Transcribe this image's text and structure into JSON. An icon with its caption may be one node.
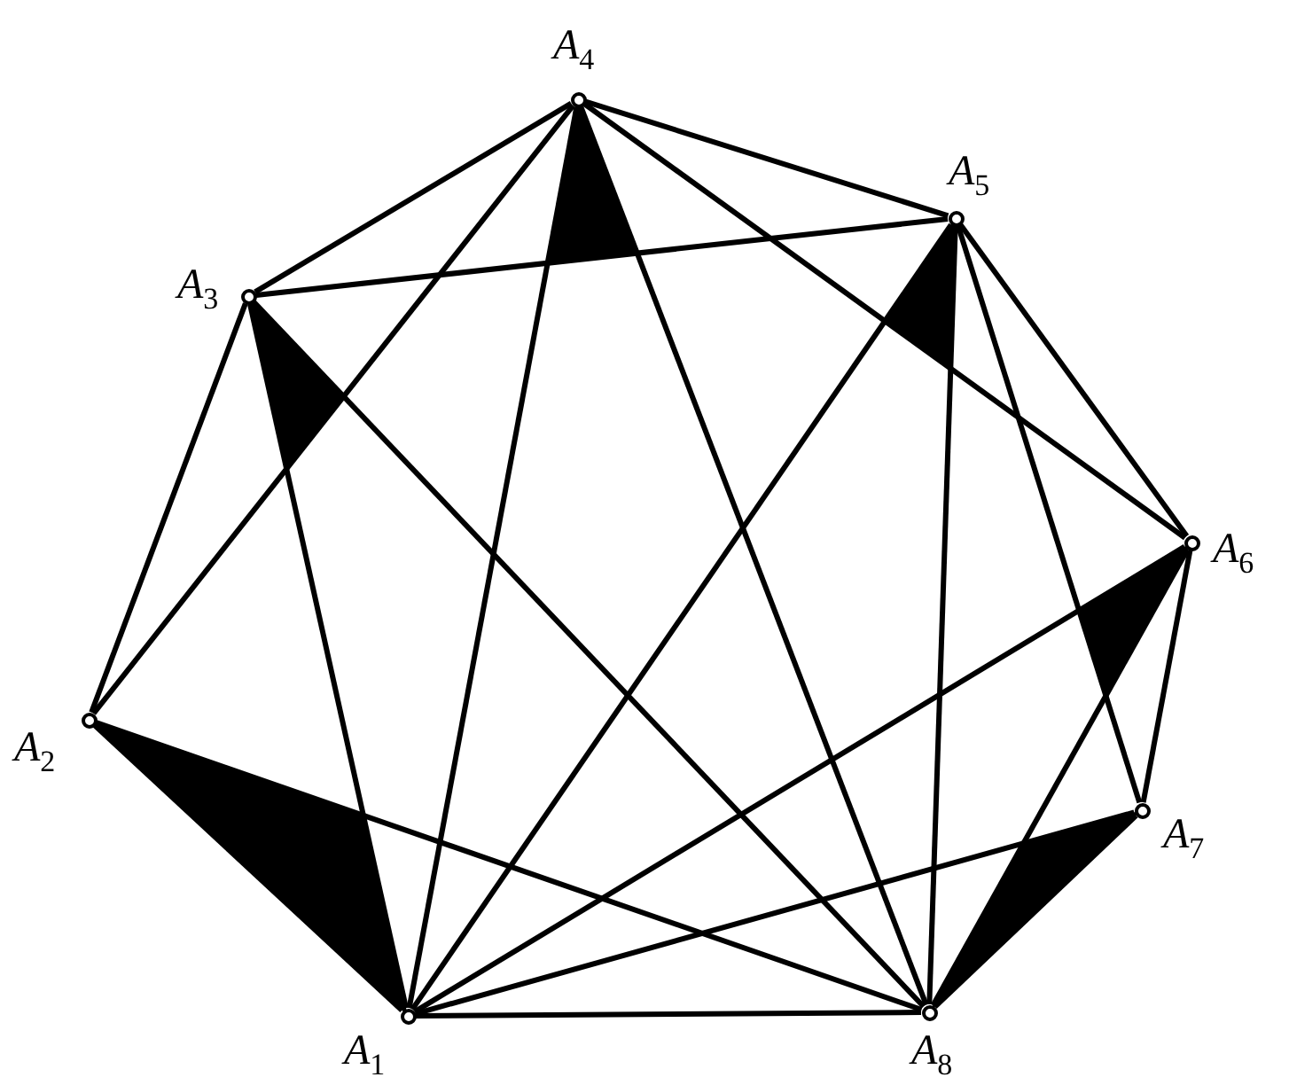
{
  "diagram": {
    "nodes": [
      {
        "text": [
          "A$_{1}$"
        ]
      },
      {
        "text": [
          "A$_{2}$"
        ]
      },
      {
        "text": [
          "A$_{3}$"
        ]
      },
      {
        "text": [
          "A$_{4}$"
        ]
      },
      {
        "text": [
          "A$_{5}$"
        ]
      },
      {
        "text": [
          "A$_{6}$"
        ]
      },
      {
        "text": [
          "A$_{7}$"
        ]
      },
      {
        "text": [
          "A$_{8}$"
        ]
      }
    ],
    "edges": [
      {
        "from": 0,
        "to": 1,
        "arrow": "none"
      },
      {
        "from": 1,
        "to": 2,
        "arrow": "none"
      },
      {
        "from": 2,
        "to": 3,
        "arrow": "none"
      },
      {
        "from": 3,
        "to": 4,
        "arrow": "none"
      },
      {
        "from": 4,
        "to": 5,
        "arrow": "none"
      },
      {
        "from": 5,
        "to": 6,
        "arrow": "none"
      },
      {
        "from": 6,
        "to": 7,
        "arrow": "none"
      },
      {
        "from": 7,
        "to": 0,
        "arrow": "none"
      },
      {
        "from": 0,
        "to": 2,
        "arrow": "none"
      },
      {
        "from": 0,
        "to": 3,
        "arrow": "none"
      },
      {
        "from": 0,
        "to": 4,
        "arrow": "none"
      },
      {
        "from": 0,
        "to": 5,
        "arrow": "none"
      },
      {
        "from": 0,
        "to": 6,
        "arrow": "none"
      },
      {
        "from": 1,
        "to": 3,
        "arrow": "none"
      },
      {
        "from": 1,
        "to": 7,
        "arrow": "none"
      },
      {
        "from": 2,
        "to": 4,
        "arrow": "none"
      },
      {
        "from": 2,
        "to": 7,
        "arrow": "none"
      },
      {
        "from": 3,
        "to": 7,
        "arrow": "none"
      },
      {
        "from": 3,
        "to": 5,
        "arrow": "none"
      },
      {
        "from": 4,
        "to": 7,
        "arrow": "none"
      },
      {
        "from": 4,
        "to": 6,
        "arrow": "none"
      },
      {
        "from": 5,
        "to": 7,
        "arrow": "none"
      }
    ]
  }
}
